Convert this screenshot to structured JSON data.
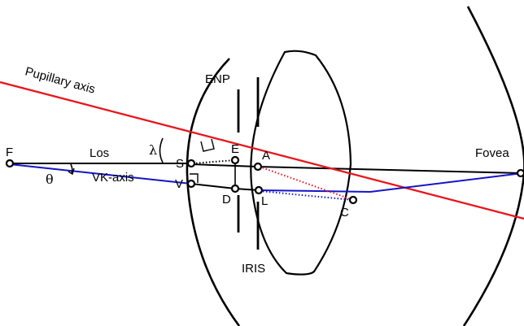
{
  "labels": {
    "pupillary_axis": "Pupillary axis",
    "enp": "ENP",
    "iris": "IRIS",
    "fovea": "Fovea",
    "los": "Los",
    "vk_axis": "VK-axis",
    "lambda": "λ",
    "theta": "θ",
    "point_f": "F",
    "point_s": "S",
    "point_v": "V",
    "point_e": "E",
    "point_d": "D",
    "point_a": "A",
    "point_l": "L",
    "point_c": "C"
  },
  "colors": {
    "outline": "#000000",
    "pupillary_axis": "#e8161c",
    "vk_axis": "#1414c8",
    "background": "#ffffff"
  }
}
